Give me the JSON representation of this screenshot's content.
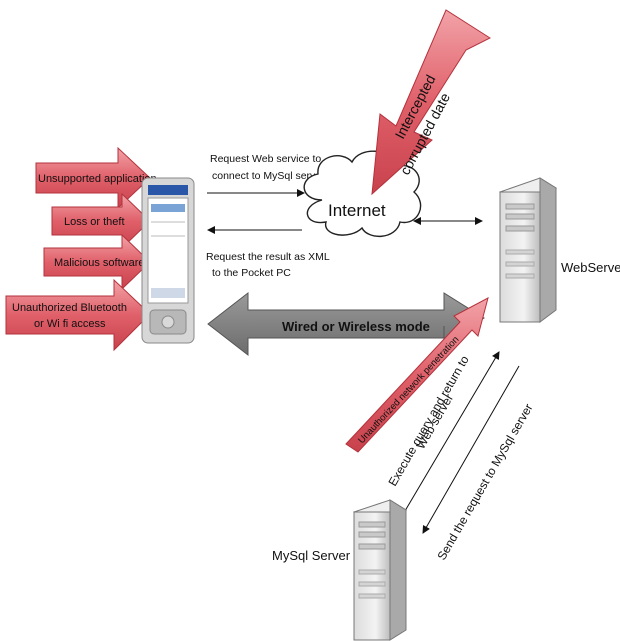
{
  "threats": [
    {
      "label": "Unsupported application"
    },
    {
      "label": "Loss or theft"
    },
    {
      "label": "Malicious software"
    },
    {
      "label_line1": "Unauthorized Bluetooth",
      "label_line2": "or Wi fi access"
    }
  ],
  "intercept": {
    "line1": "Intercepted",
    "line2": "corrupted date"
  },
  "request": {
    "line1": "Request Web service to",
    "line2": "connect to MySql server"
  },
  "result": {
    "line1": "Request the result as XML",
    "line2": "to the Pocket PC"
  },
  "internet_label": "Internet",
  "webserver_label": "WebServer",
  "mysql_label": "MySql Server",
  "wired_label": "Wired or Wireless mode",
  "penetration_label": "Unauthorized network penetration",
  "execute": {
    "line1": "Execute query and return to",
    "line2": "Web server"
  },
  "send_label": "Send the request to MySql server",
  "colors": {
    "threat_red": "#e0606a",
    "threat_outline": "#b3323c",
    "gray_arrow": "#7f7f7f"
  }
}
